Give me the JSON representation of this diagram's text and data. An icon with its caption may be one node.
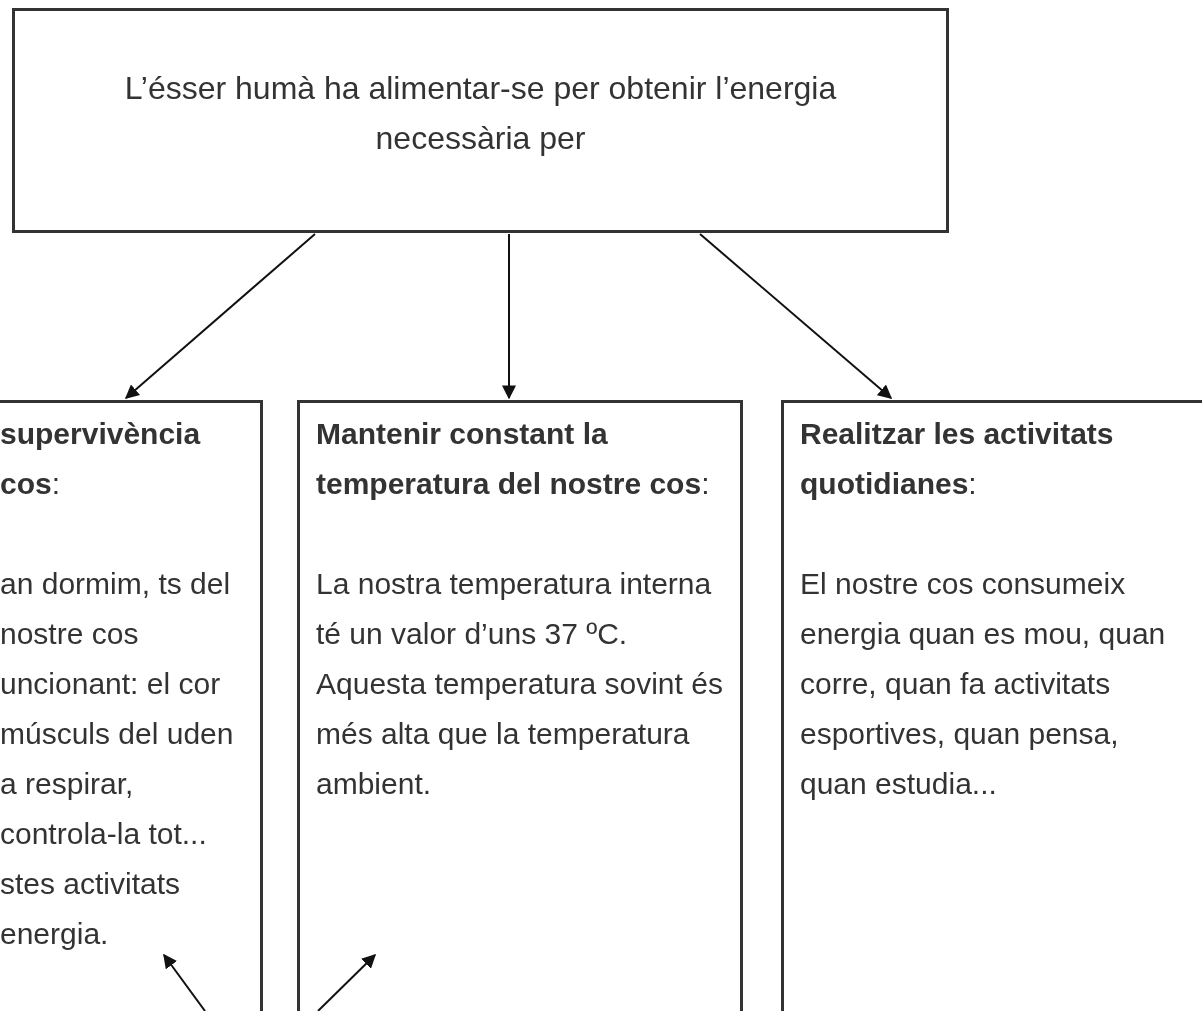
{
  "diagram": {
    "nodes": [
      {
        "text": [
          "L’ésser humà ha alimentar-se per obtenir l’energia necessària per"
        ]
      },
      {
        "text": [
          "**supervivència cos**:",
          "an dormim, ts del nostre cos uncionant: el cor músculs del uden a respirar, controla-la tot... stes activitats energia."
        ]
      },
      {
        "text": [
          "**Mantenir constant la temperatura del nostre cos**:",
          "La nostra temperatura interna té un valor d’uns 37 ºC. Aquesta temperatura sovint és més alta que la temperatura ambient."
        ]
      },
      {
        "text": [
          "**Realitzar les activitats quotidianes**:",
          "El nostre cos consumeix energia quan es mou, quan corre, quan fa activitats esportives, quan pensa, quan estudia..."
        ]
      }
    ],
    "edges": [
      {
        "from": 0,
        "to": 1,
        "arrow": "to"
      },
      {
        "from": 0,
        "to": 2,
        "arrow": "to"
      },
      {
        "from": 0,
        "to": 3,
        "arrow": "to"
      },
      {
        "from": null,
        "to": 1,
        "arrow": "to"
      },
      {
        "from": null,
        "to": 2,
        "arrow": "to"
      }
    ]
  }
}
